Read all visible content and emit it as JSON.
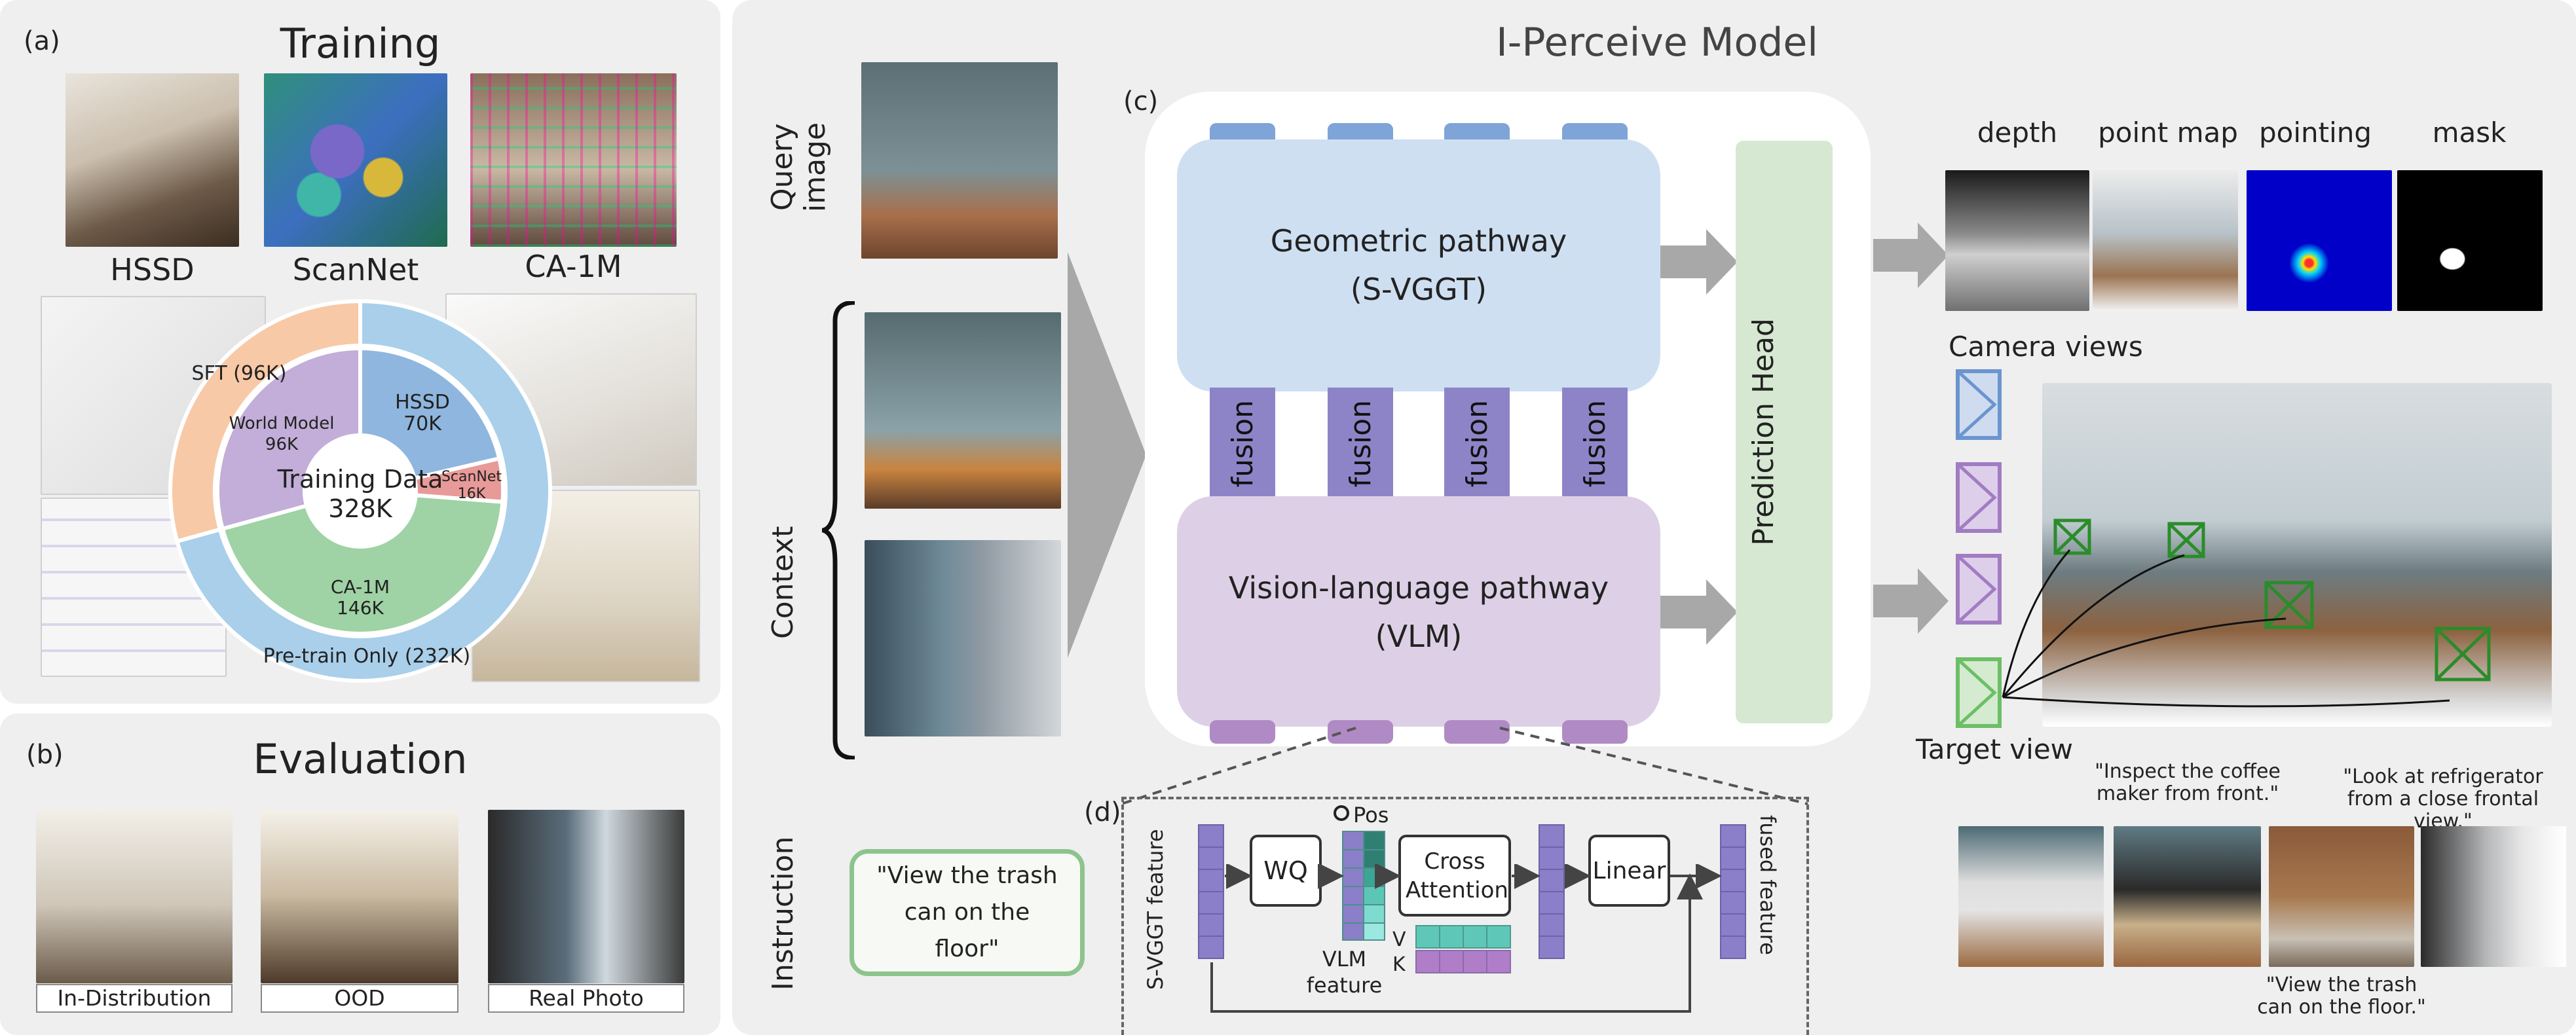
{
  "panel_a": {
    "label": "(a)",
    "title": "Training",
    "datasets": [
      "HSSD",
      "ScanNet",
      "CA-1M"
    ],
    "donut": {
      "center_label": "Training Data",
      "center_value": "328K",
      "inner": [
        {
          "label": "HSSD",
          "value": "70K",
          "amount": 70,
          "color": "#8fb6de"
        },
        {
          "label": "ScanNet",
          "value": "16K",
          "amount": 16,
          "color": "#e89a98"
        },
        {
          "label": "CA-1M",
          "value": "146K",
          "amount": 146,
          "color": "#9fd2a4"
        },
        {
          "label": "World Model",
          "value": "96K",
          "amount": 96,
          "color": "#c2aed8"
        }
      ],
      "outer": [
        {
          "label": "Pre-train Only (232K)",
          "amount": 232,
          "color": "#a9cfea"
        },
        {
          "label": "SFT (96K)",
          "amount": 96,
          "color": "#f8c9a6"
        }
      ]
    }
  },
  "panel_b": {
    "label": "(b)",
    "title": "Evaluation",
    "splits": [
      "In-Distribution",
      "OOD",
      "Real Photo"
    ]
  },
  "panel_c": {
    "label": "(c)",
    "title": "I-Perceive Model",
    "left_labels": {
      "query": "Query image",
      "context": "Context",
      "instruction": "Instruction"
    },
    "instruction_text": "\"View the trash can on the floor\"",
    "geometric": {
      "line1": "Geometric pathway",
      "line2": "(S-VGGT)"
    },
    "vlm": {
      "line1": "Vision-language pathway",
      "line2": "(VLM)"
    },
    "fusion_label": "fusion",
    "prediction_head": "Prediction Head",
    "colors": {
      "geo": "#cfdff2",
      "vlm": "#ddd0e6",
      "fusion": "#8d84c8",
      "head": "#d6e8d2",
      "blue_tab": "#7ea4d8",
      "purple_tab": "#b08ac4"
    }
  },
  "outputs": {
    "maps": [
      "depth",
      "point map",
      "pointing",
      "mask"
    ],
    "camera_views": "Camera views",
    "target_view": "Target view",
    "quotes": [
      "\"Inspect the coffee maker from front.\"",
      "\"Look at refrigerator from a close frontal view.\"",
      "\"View the trash can on the floor.\""
    ]
  },
  "panel_d": {
    "label": "(d)",
    "svggt_feature": "S-VGGT feature",
    "wq": "WQ",
    "pos": "Pos",
    "cross_attention": "Cross Attention",
    "linear": "Linear",
    "fused_feature": "fused feature",
    "vlm_feature": "VLM feature",
    "v": "V",
    "k": "K"
  }
}
